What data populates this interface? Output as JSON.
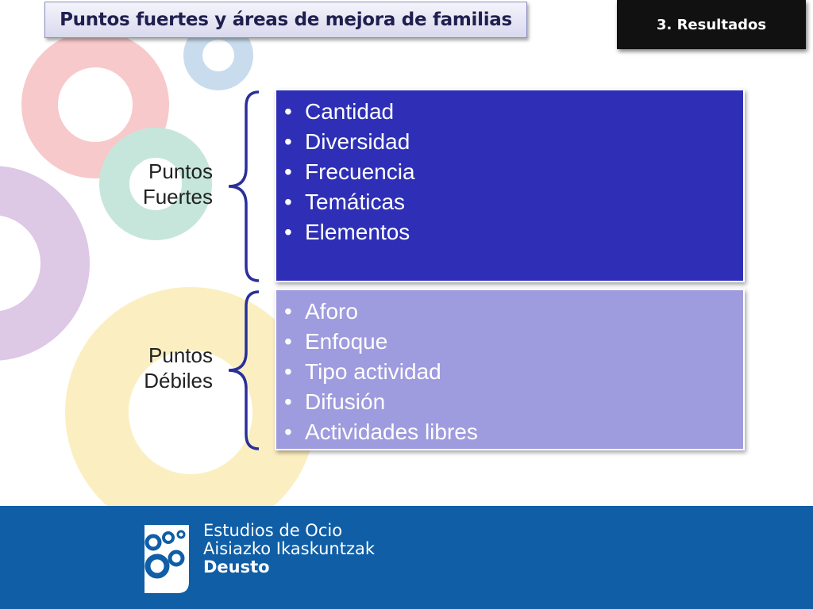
{
  "header": {
    "title": "Puntos fuertes y áreas de mejora de familias",
    "section_badge": "3. Resultados"
  },
  "groups": [
    {
      "label_line1": "Puntos",
      "label_line2": "Fuertes",
      "items": [
        "Cantidad",
        "Diversidad",
        "Frecuencia",
        "Temáticas",
        "Elementos"
      ]
    },
    {
      "label_line1": "Puntos",
      "label_line2": "Débiles",
      "items": [
        "Aforo",
        "Enfoque",
        "Tipo actividad",
        "Difusión",
        "Actividades libres"
      ]
    }
  ],
  "bullet_glyph": "•",
  "footer": {
    "logo_line1": "Estudios de Ocio",
    "logo_line2": "Aisiazko Ikaskuntzak",
    "logo_line3": "Deusto"
  },
  "colors": {
    "strong_box": "#2e2fb6",
    "weak_box": "#9e9bde",
    "footer": "#0f5ea6",
    "brace": "#2b2f9a"
  }
}
